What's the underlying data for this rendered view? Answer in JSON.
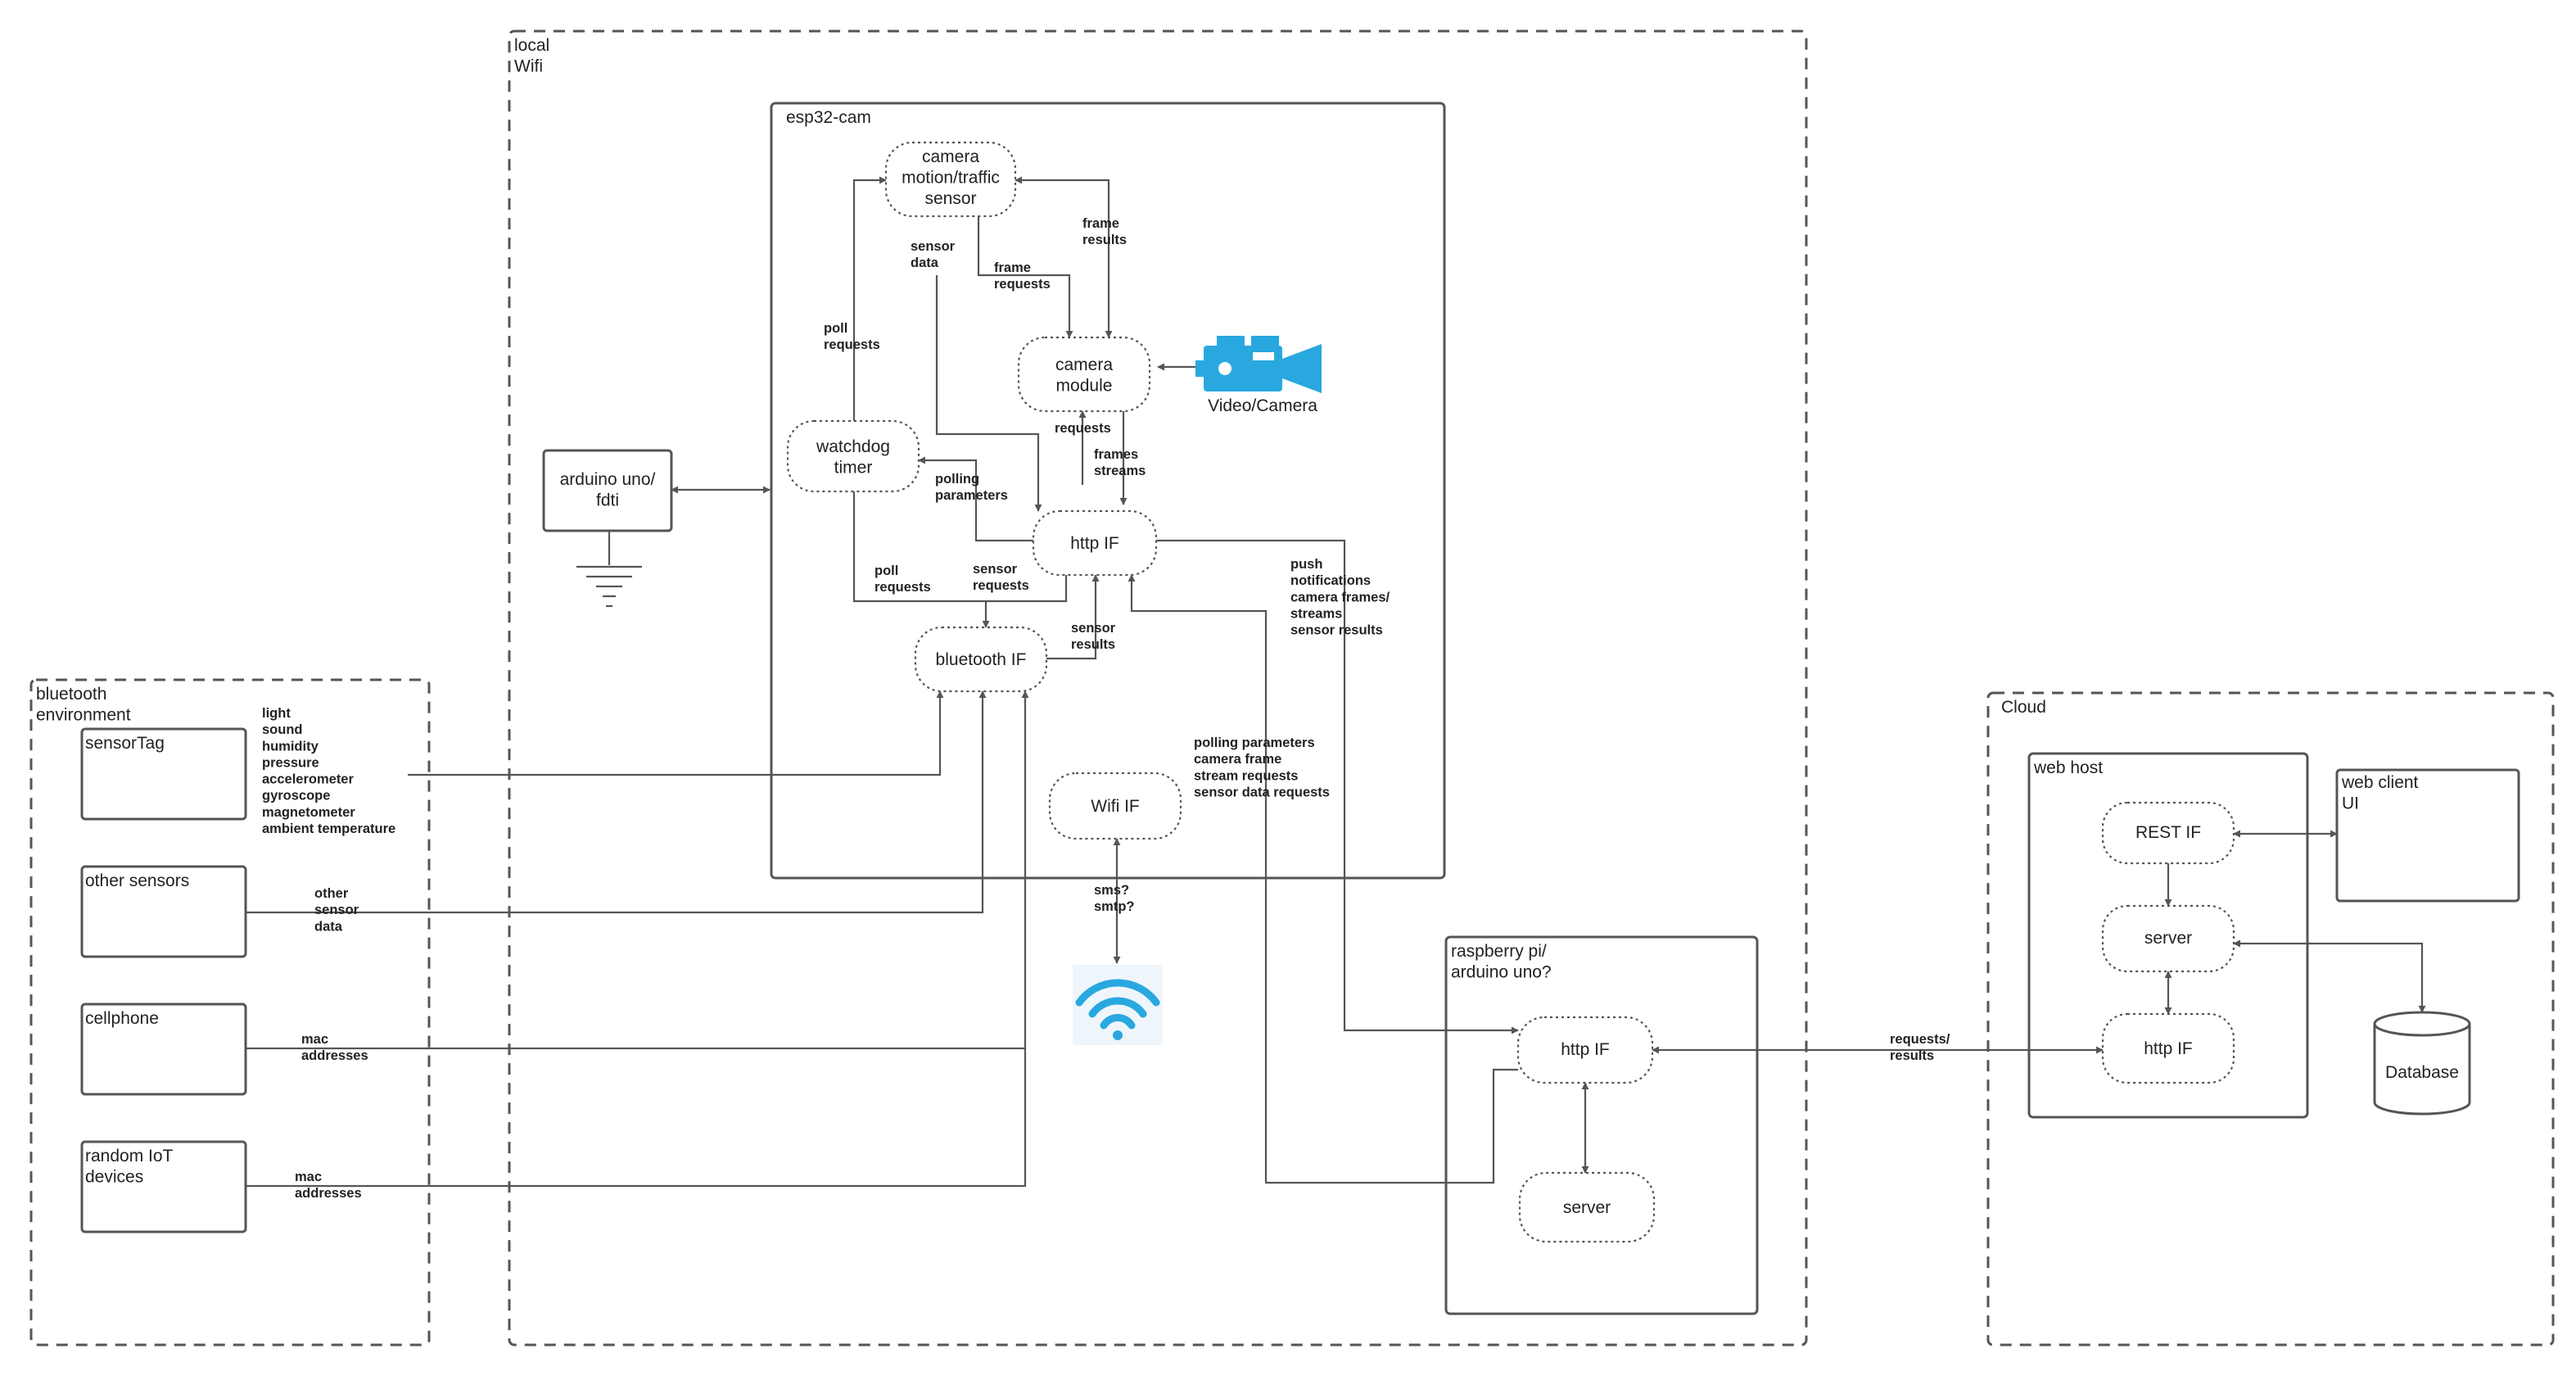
{
  "colors": {
    "line": "#555555",
    "text": "#222222",
    "icon_blue": "#29a8e0"
  },
  "groups": {
    "local_wifi": "local\nWifi",
    "bluetooth_env": "bluetooth\nenvironment",
    "cloud": "Cloud",
    "esp32": "esp32-cam",
    "raspberry": "raspberry pi/\narduino uno?",
    "web_host": "web host"
  },
  "nodes": {
    "camera_sensor": "camera\nmotion/traffic\nsensor",
    "camera_module": "camera\nmodule",
    "watchdog": "watchdog\ntimer",
    "http_if_esp": "http IF",
    "bluetooth_if": "bluetooth IF",
    "wifi_if": "Wifi IF",
    "arduino": "arduino uno/\nfdti",
    "sensortag": "sensorTag",
    "other_sensors": "other sensors",
    "cellphone": "cellphone",
    "random_iot": "random IoT\ndevices",
    "http_if_pi": "http IF",
    "server_pi": "server",
    "rest_if": "REST IF",
    "server_cloud": "server",
    "http_if_cloud": "http IF",
    "web_client": "web client\nUI",
    "database": "Database",
    "video_camera": "Video/Camera"
  },
  "icons": {
    "video_camera": "video-camera-icon",
    "wifi": "wifi-icon",
    "ground": "ground-icon"
  },
  "edge_labels": {
    "sensor_data": "sensor\ndata",
    "frame_requests": "frame\nrequests",
    "frame_results": "frame\nresults",
    "poll_requests_up": "poll\nrequests",
    "requests": "requests",
    "frames_streams": "frames\nstreams",
    "polling_parameters": "polling\nparameters",
    "poll_requests_down": "poll\nrequests",
    "sensor_requests": "sensor\nrequests",
    "sensor_results": "sensor\nresults",
    "push_notifications": "push\nnotifications\ncamera frames/\nstreams\nsensor results",
    "polling_camera": "polling parameters\ncamera frame\nstream requests\nsensor data requests",
    "sensortag_list": "light\nsound\nhumidity\npressure\naccelerometer\ngyroscope\nmagnetometer\nambient temperature",
    "other_sensor_data": "other\nsensor\ndata",
    "mac_addresses_1": "mac\naddresses",
    "mac_addresses_2": "mac\naddresses",
    "sms_smtp": "sms?\nsmtp?",
    "requests_results": "requests/\nresults"
  }
}
